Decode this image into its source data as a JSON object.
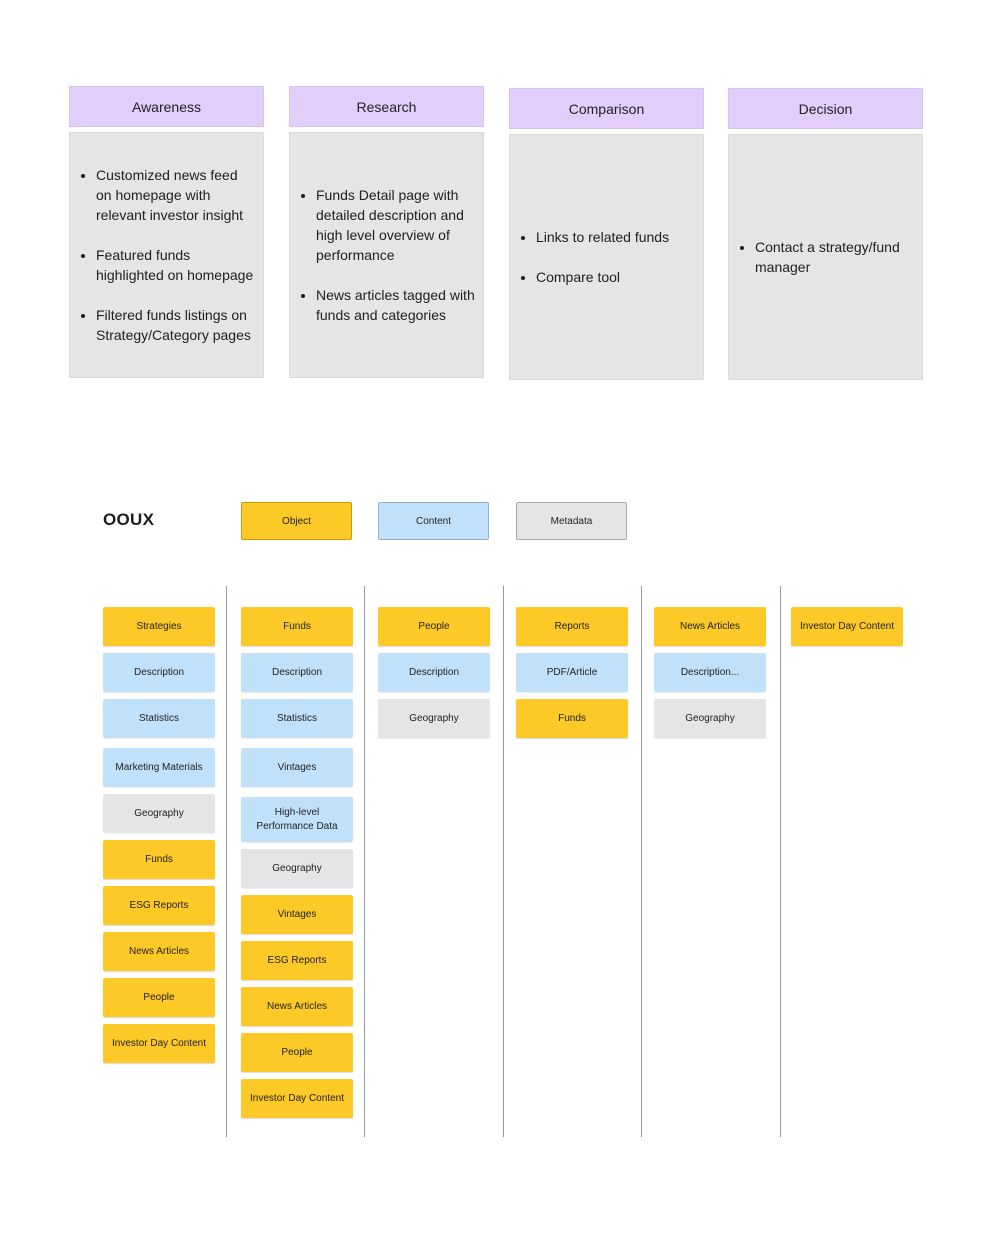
{
  "stages": [
    {
      "title": "Awareness",
      "items": [
        "Customized news feed on homepage with relevant investor insight",
        "Featured funds highlighted on homepage",
        "Filtered funds listings on Strategy/Category pages"
      ]
    },
    {
      "title": "Research",
      "items": [
        "Funds Detail page with detailed description and high level overview of performance",
        "News articles tagged with funds and categories"
      ]
    },
    {
      "title": "Comparison",
      "items": [
        "Links to related funds",
        "Compare tool"
      ]
    },
    {
      "title": "Decision",
      "items": [
        "Contact a strategy/fund manager"
      ]
    }
  ],
  "ooux": {
    "title": "OOUX",
    "legend": {
      "object": "Object",
      "content": "Content",
      "metadata": "Metadata"
    },
    "columns": [
      {
        "cards": [
          {
            "label": "Strategies",
            "type": "object"
          },
          {
            "label": "Description",
            "type": "content"
          },
          {
            "label": "Statistics",
            "type": "content"
          },
          {
            "label": "Marketing Materials",
            "type": "content"
          },
          {
            "label": "Geography",
            "type": "metadata"
          },
          {
            "label": "Funds",
            "type": "object"
          },
          {
            "label": "ESG Reports",
            "type": "object"
          },
          {
            "label": "News Articles",
            "type": "object"
          },
          {
            "label": "People",
            "type": "object"
          },
          {
            "label": "Investor Day Content",
            "type": "object"
          }
        ]
      },
      {
        "cards": [
          {
            "label": "Funds",
            "type": "object"
          },
          {
            "label": "Description",
            "type": "content"
          },
          {
            "label": "Statistics",
            "type": "content"
          },
          {
            "label": "Vintages",
            "type": "content"
          },
          {
            "label": "High-level Performance Data",
            "type": "content"
          },
          {
            "label": "Geography",
            "type": "metadata"
          },
          {
            "label": "Vintages",
            "type": "object"
          },
          {
            "label": "ESG Reports",
            "type": "object"
          },
          {
            "label": "News Articles",
            "type": "object"
          },
          {
            "label": "People",
            "type": "object"
          },
          {
            "label": "Investor Day Content",
            "type": "object"
          }
        ]
      },
      {
        "cards": [
          {
            "label": "People",
            "type": "object"
          },
          {
            "label": "Description",
            "type": "content"
          },
          {
            "label": "Geography",
            "type": "metadata"
          }
        ]
      },
      {
        "cards": [
          {
            "label": "Reports",
            "type": "object"
          },
          {
            "label": "PDF/Article",
            "type": "content"
          },
          {
            "label": "Funds",
            "type": "object"
          }
        ]
      },
      {
        "cards": [
          {
            "label": "News Articles",
            "type": "object"
          },
          {
            "label": "Description...",
            "type": "content"
          },
          {
            "label": "Geography",
            "type": "metadata"
          }
        ]
      },
      {
        "cards": [
          {
            "label": "Investor Day Content",
            "type": "object"
          }
        ]
      }
    ]
  },
  "colors": {
    "object": "#fcc926",
    "content": "#c1e1fb",
    "metadata": "#e5e5e5",
    "stage_header": "#e2cdfb",
    "stage_body": "#e5e5e5"
  }
}
